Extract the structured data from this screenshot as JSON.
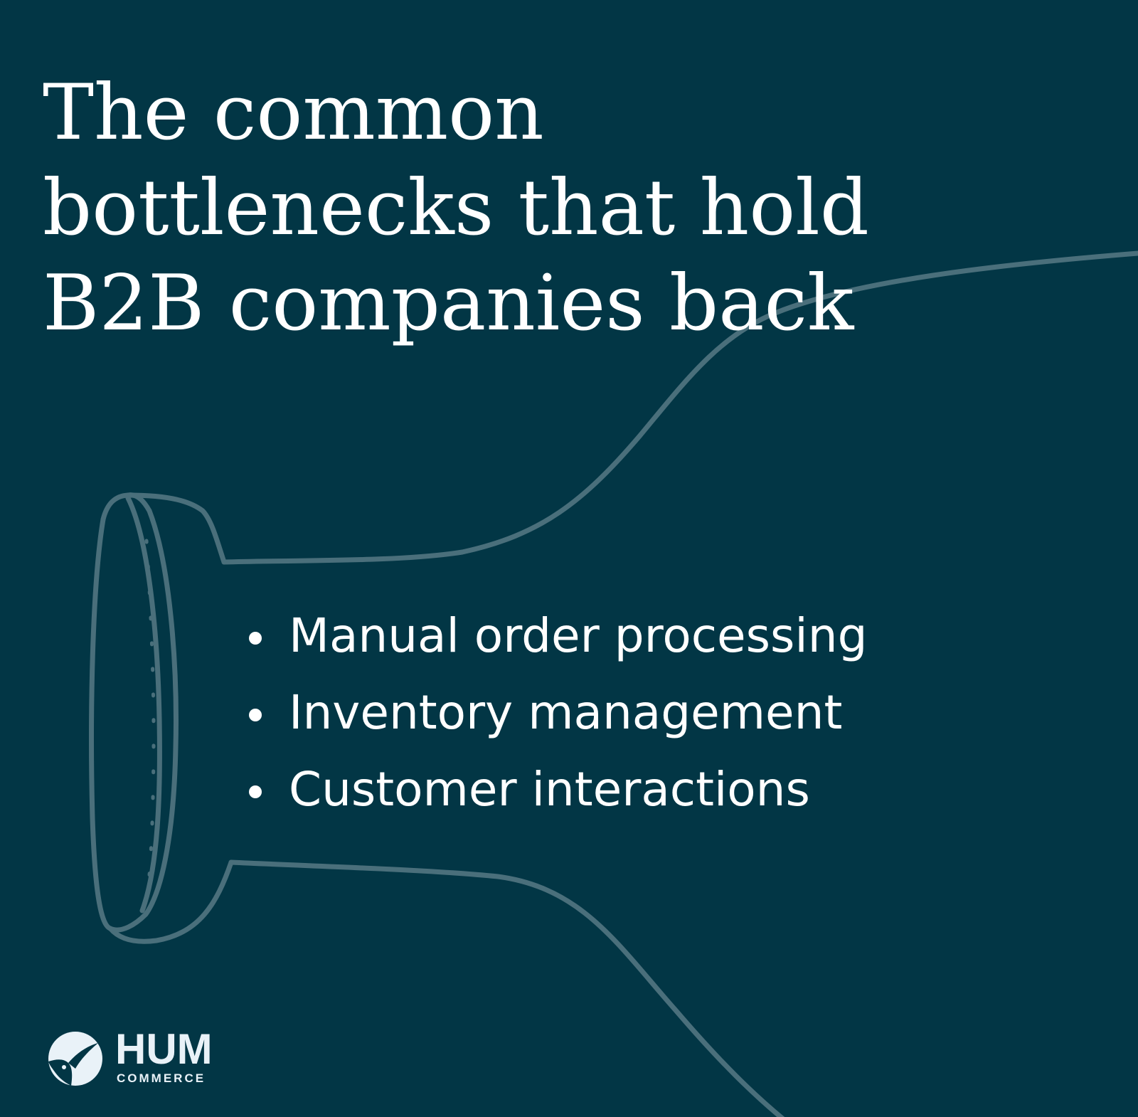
{
  "headline": {
    "line1": "The common",
    "line2": "bottlenecks that hold",
    "line3": "B2B companies back"
  },
  "bullets": [
    "Manual order processing",
    "Inventory management",
    "Customer interactions"
  ],
  "logo": {
    "word": "HUM",
    "sub": "COMMERCE",
    "mark_icon": "hummingbird-icon"
  },
  "colors": {
    "background": "#023645",
    "outline": "#4a6f7b",
    "text": "#ffffff",
    "logo": "#e9f2f8"
  }
}
